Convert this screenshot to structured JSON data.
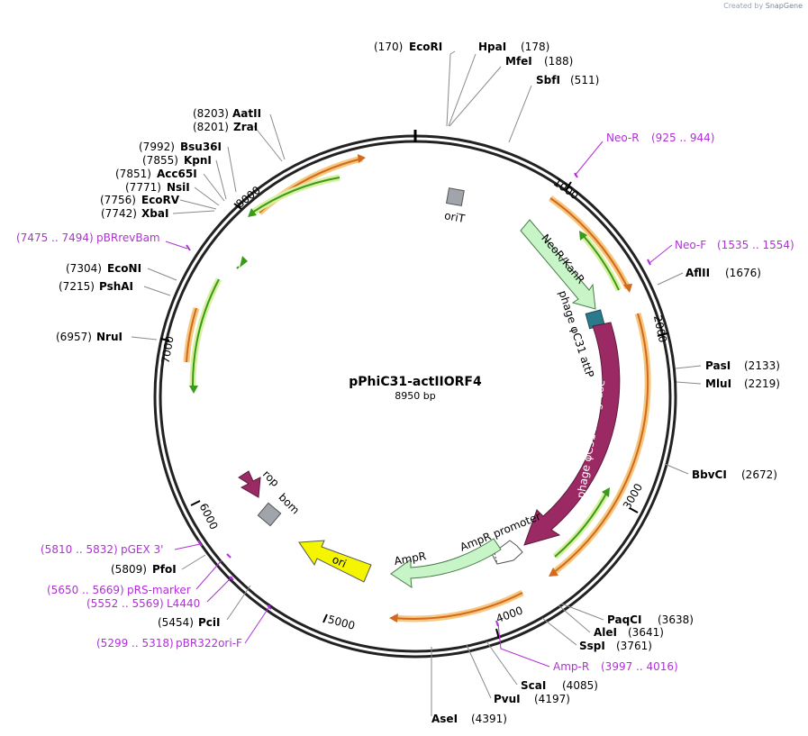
{
  "credit": {
    "prefix": "Created by",
    "brand": "SnapGene"
  },
  "plasmid": {
    "name": "pPhiC31-actIIORF4",
    "length_label": "8950 bp"
  },
  "ticks": [
    "1000",
    "2000",
    "3000",
    "4000",
    "5000",
    "6000",
    "7000",
    "8000"
  ],
  "sites": [
    {
      "name": "EcoRI",
      "pos": "(170)"
    },
    {
      "name": "HpaI",
      "pos": "(178)"
    },
    {
      "name": "MfeI",
      "pos": "(188)"
    },
    {
      "name": "SbfI",
      "pos": "(511)"
    },
    {
      "name": "AflII",
      "pos": "(1676)"
    },
    {
      "name": "PasI",
      "pos": "(2133)"
    },
    {
      "name": "MluI",
      "pos": "(2219)"
    },
    {
      "name": "BbvCI",
      "pos": "(2672)"
    },
    {
      "name": "PaqCI",
      "pos": "(3638)"
    },
    {
      "name": "AleI",
      "pos": "(3641)"
    },
    {
      "name": "SspI",
      "pos": "(3761)"
    },
    {
      "name": "ScaI",
      "pos": "(4085)"
    },
    {
      "name": "PvuI",
      "pos": "(4197)"
    },
    {
      "name": "AseI",
      "pos": "(4391)"
    },
    {
      "name": "PciI",
      "pos": "(5454)"
    },
    {
      "name": "PfoI",
      "pos": "(5809)"
    },
    {
      "name": "NruI",
      "pos": "(6957)"
    },
    {
      "name": "PshAI",
      "pos": "(7215)"
    },
    {
      "name": "EcoNI",
      "pos": "(7304)"
    },
    {
      "name": "XbaI",
      "pos": "(7742)"
    },
    {
      "name": "EcoRV",
      "pos": "(7756)"
    },
    {
      "name": "NsiI",
      "pos": "(7771)"
    },
    {
      "name": "Acc65I",
      "pos": "(7851)"
    },
    {
      "name": "KpnI",
      "pos": "(7855)"
    },
    {
      "name": "Bsu36I",
      "pos": "(7992)"
    },
    {
      "name": "ZraI",
      "pos": "(8201)"
    },
    {
      "name": "AatII",
      "pos": "(8203)"
    }
  ],
  "primers": [
    {
      "name": "Neo-R",
      "range": "(925 .. 944)"
    },
    {
      "name": "Neo-F",
      "range": "(1535 .. 1554)"
    },
    {
      "name": "Amp-R",
      "range": "(3997 .. 4016)"
    },
    {
      "name": "pBR322ori-F",
      "range": "(5299 .. 5318)"
    },
    {
      "name": "L4440",
      "range": "(5552 .. 5569)"
    },
    {
      "name": "pRS-marker",
      "range": "(5650 .. 5669)"
    },
    {
      "name": "pGEX 3'",
      "range": "(5810 .. 5832)"
    },
    {
      "name": "pBRrevBam",
      "range": "(7475 .. 7494)"
    }
  ],
  "features": {
    "oriT": "oriT",
    "neo": "NeoR/KanR",
    "attP": "phage φC31 attP",
    "integrase": "phage φC31 Integrase",
    "amp_promoter": "AmpR promoter",
    "ampR": "AmpR",
    "ori": "ori",
    "rop": "rop",
    "bom": "bom"
  },
  "colors": {
    "backbone": "#222222",
    "orf_fill": "#d2691e",
    "orf_halo": "#f6c77e",
    "green_arrow": "#3a9a1a",
    "green_halo": "#d8f0a0",
    "neo": "#c8f5c8",
    "integrase": "#9b2a64",
    "attP": "#2a7a8c",
    "ori": "#f5f500",
    "rop": "#9b2a64",
    "gray_box": "#a0a4ab",
    "primer": "#b030d8"
  }
}
